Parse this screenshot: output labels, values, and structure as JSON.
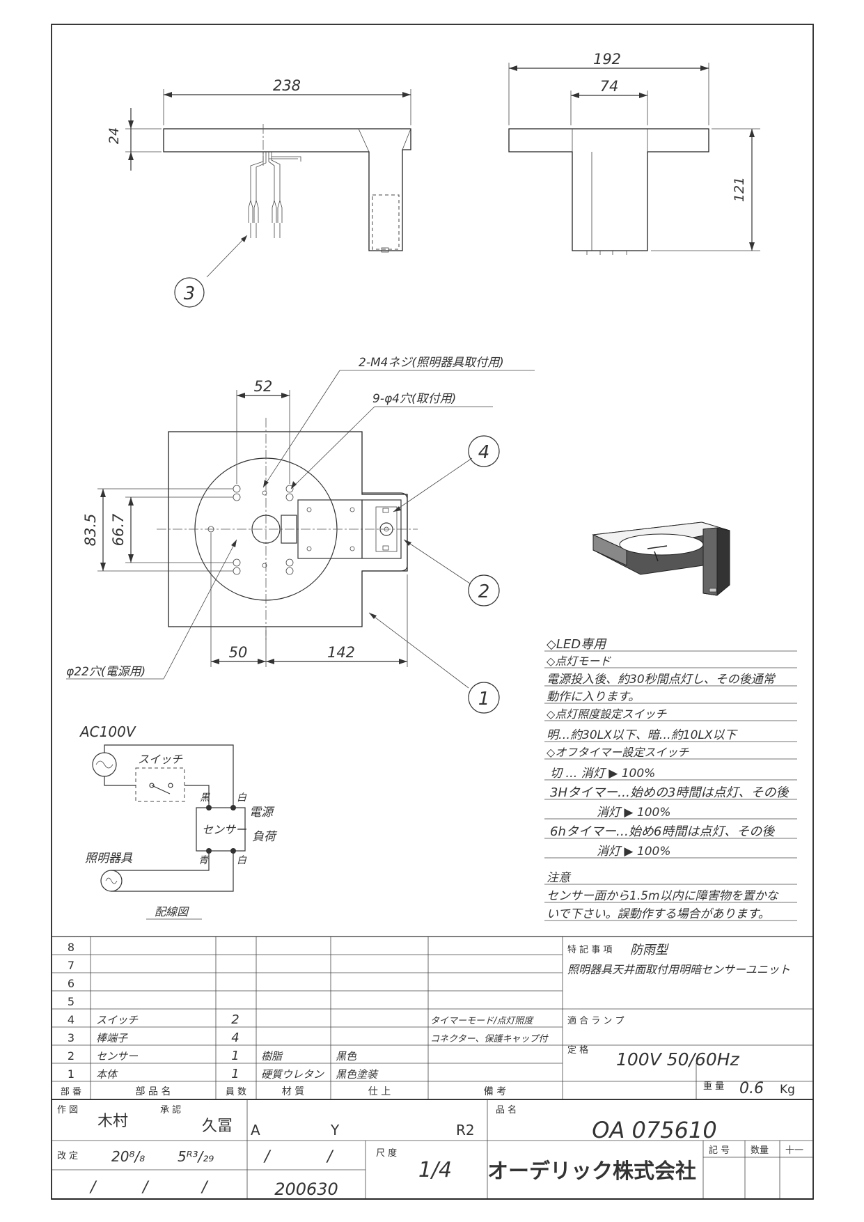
{
  "dimensions": {
    "side_width": "238",
    "side_thickness": "24",
    "front_width": "192",
    "front_inner": "74",
    "front_height": "121",
    "bolt_spacing": "52",
    "vert_outer": "83.5",
    "vert_inner": "66.7",
    "offset_left": "50",
    "offset_right": "142"
  },
  "callouts": {
    "c1": "1",
    "c2": "2",
    "c3": "3",
    "c4": "4",
    "m4": "2-M4ネジ(照明器具取付用)",
    "holes": "9-φ4穴(取付用)",
    "cable_hole": "φ22穴(電源用)"
  },
  "wiring": {
    "supply": "AC100V",
    "switch": "スイッチ",
    "black": "黒",
    "white_top": "白",
    "power": "電源",
    "sensor": "センサー",
    "load": "負荷",
    "blue": "青",
    "white_bottom": "白",
    "lamp": "照明器具",
    "caption": "配線図"
  },
  "notes": [
    "◇LED専用",
    "◇点灯モード",
    "電源投入後、約30秒間点灯し、その後通常",
    "動作に入ります。",
    "◇点灯照度設定スイッチ",
    "明…約30LX以下、暗…約10LX以下",
    "◇オフタイマー設定スイッチ",
    "切  …  消灯 ▶ 100%",
    "3Hタイマー…始めの3時間は点灯、その後",
    "消灯 ▶ 100%",
    "6hタイマー…始め6時間は点灯、その後",
    "消灯 ▶ 100%"
  ],
  "caution": {
    "title": "注意",
    "line1": "センサー面から1.5m以内に障害物を置かな",
    "line2": "いで下さい。誤動作する場合があります。"
  },
  "parts_table": {
    "rows": [
      {
        "no": "8",
        "name": "",
        "qty": "",
        "material": "",
        "finish": "",
        "remark": ""
      },
      {
        "no": "7",
        "name": "",
        "qty": "",
        "material": "",
        "finish": "",
        "remark": ""
      },
      {
        "no": "6",
        "name": "",
        "qty": "",
        "material": "",
        "finish": "",
        "remark": ""
      },
      {
        "no": "5",
        "name": "",
        "qty": "",
        "material": "",
        "finish": "",
        "remark": ""
      },
      {
        "no": "4",
        "name": "スイッチ",
        "qty": "2",
        "material": "",
        "finish": "",
        "remark": "タイマーモード/点灯照度"
      },
      {
        "no": "3",
        "name": "棒端子",
        "qty": "4",
        "material": "",
        "finish": "",
        "remark": "コネクター、保護キャップ付"
      },
      {
        "no": "2",
        "name": "センサー",
        "qty": "1",
        "material": "樹脂",
        "finish": "黒色",
        "remark": ""
      },
      {
        "no": "1",
        "name": "本体",
        "qty": "1",
        "material": "硬質ウレタン",
        "finish": "黒色塗装",
        "remark": ""
      }
    ],
    "headers": {
      "no": "部 番",
      "name": "部  品  名",
      "qty": "員 数",
      "material": "材  質",
      "finish": "仕   上",
      "remark": "備    考"
    }
  },
  "spec": {
    "special_label": "特 記 事 項",
    "special_value": "防雨型",
    "description": "照明器具天井面取付用明暗センサーユニット",
    "lamp_label": "適 合 ラ ン プ",
    "rating_label": "定 格",
    "rating_value": "100V 50/60Hz",
    "weight_label": "重 量",
    "weight_value": "0.6",
    "weight_unit": "Kg"
  },
  "title_block": {
    "drawn_label": "作 図",
    "drawn_by": "木村",
    "approved_label": "承 認",
    "approved_by": "久冨",
    "code_a": "A",
    "code_y": "Y",
    "code_r": "R2",
    "product_label": "品 名",
    "product_no": "OA 075610",
    "revision_label": "改 定",
    "rev1": "20⁸/₈",
    "rev2": "5ᴿ³/₂₉",
    "slash": "/",
    "scale_label": "尺 度",
    "scale_value": "1/4",
    "company": "オーデリック株式会社",
    "symbol_label": "記 号",
    "qty_label": "数量",
    "plusminus": "十一",
    "doc_no": "200630"
  }
}
